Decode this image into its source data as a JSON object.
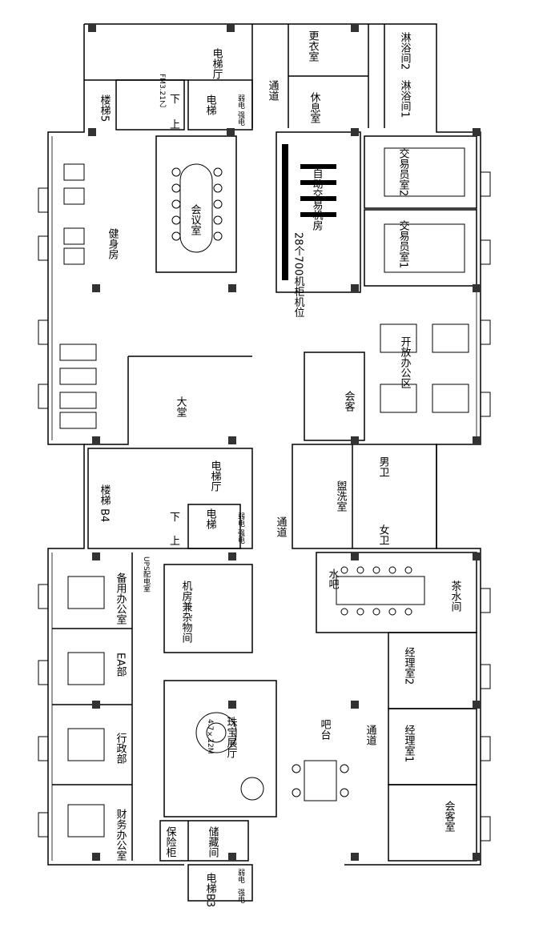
{
  "rooms": {
    "lift_hall_top": "电梯厅",
    "stair5": "楼梯5",
    "lift_top": "电梯",
    "weak_strong_top": "弱电 强电",
    "shower2": "淋浴间2",
    "dressing": "更衣室",
    "shower1": "淋浴间1",
    "rest": "休息室",
    "corridor_top": "通道",
    "meeting": "会议室",
    "gym": "健身房",
    "auto_trade": "自动交易机房",
    "machine_note": "28个700机柜机位",
    "trader2": "交易员室2",
    "trader1": "交易员室1",
    "open_office": "开放办公区",
    "reception": "会客",
    "lobby": "大堂",
    "lift_hall_mid": "电梯厅",
    "stair_b4": "楼梯 B4",
    "lift_mid": "电梯",
    "weak_strong_mid": "弱电 强电",
    "corridor_mid": "通道",
    "washroom": "盥洗室",
    "male_wc": "男卫",
    "female_wc": "女卫",
    "spare_office": "备用办公室",
    "ups": "UPS配电室",
    "machine_room": "机房兼杂物间",
    "water_bar": "水吧",
    "tea_room": "茶水间",
    "ea": "EA部",
    "admin": "行政部",
    "finance": "财务办公室",
    "jewelry": "珠宝展厅",
    "jewelry_size": "4.7×12M",
    "bar": "吧台",
    "corridor_low": "通道",
    "mgr2": "经理室2",
    "mgr1": "经理室1",
    "reception_room": "会客室",
    "safe_cabinet": "保险柜",
    "storage": "储藏间",
    "lift_b3": "电梯B3",
    "weak_bottom": "弱电",
    "strong_bottom": "强电"
  },
  "marks": {
    "fm_top": "FM3.21乙",
    "up": "上",
    "down": "下"
  }
}
